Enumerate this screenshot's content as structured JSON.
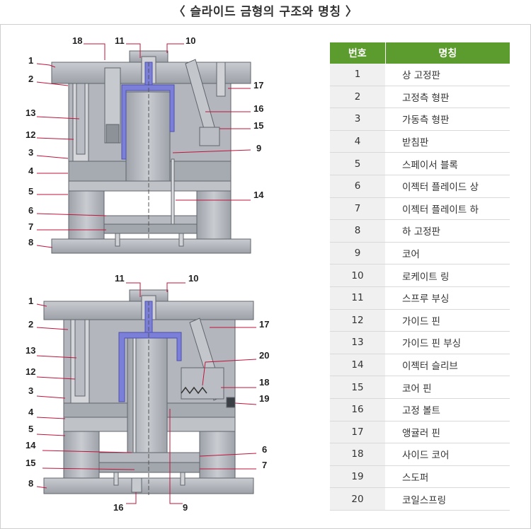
{
  "title": "〈 슬라이드 금형의 구조와 명칭 〉",
  "table": {
    "headers": [
      "번호",
      "명칭"
    ],
    "rows": [
      {
        "no": "1",
        "name": "상 고정판"
      },
      {
        "no": "2",
        "name": "고정측 형판"
      },
      {
        "no": "3",
        "name": "가동측 형판"
      },
      {
        "no": "4",
        "name": "받침판"
      },
      {
        "no": "5",
        "name": "스페이서 블록"
      },
      {
        "no": "6",
        "name": "이젝터 플레이드 상"
      },
      {
        "no": "7",
        "name": "이젝터 플레이트 하"
      },
      {
        "no": "8",
        "name": "하 고정판"
      },
      {
        "no": "9",
        "name": "코어"
      },
      {
        "no": "10",
        "name": "로케이트 링"
      },
      {
        "no": "11",
        "name": "스프루 부싱"
      },
      {
        "no": "12",
        "name": "가이드 핀"
      },
      {
        "no": "13",
        "name": "가이드 핀 부싱"
      },
      {
        "no": "14",
        "name": "이젝터 슬리브"
      },
      {
        "no": "15",
        "name": "코어 핀"
      },
      {
        "no": "16",
        "name": "고정 볼트"
      },
      {
        "no": "17",
        "name": "앵귤러 핀"
      },
      {
        "no": "18",
        "name": "사이드 코어"
      },
      {
        "no": "19",
        "name": "스도퍼"
      },
      {
        "no": "20",
        "name": "코일스프링"
      }
    ]
  },
  "top_diagram_labels": {
    "l1": "1",
    "l2": "2",
    "l13": "13",
    "l12": "12",
    "l3": "3",
    "l4": "4",
    "l5": "5",
    "l6": "6",
    "l7": "7",
    "l8": "8",
    "l18": "18",
    "l11": "11",
    "l10": "10",
    "l17": "17",
    "l16": "16",
    "l15": "15",
    "l9": "9",
    "l14": "14"
  },
  "bottom_diagram_labels": {
    "l11": "11",
    "l10": "10",
    "l1": "1",
    "l2": "2",
    "l13": "13",
    "l12": "12",
    "l3": "3",
    "l4": "4",
    "l5": "5",
    "l14": "14",
    "l15": "15",
    "l8": "8",
    "l17": "17",
    "l20": "20",
    "l18": "18",
    "l19": "19",
    "l6": "6",
    "l7": "7",
    "l16": "16",
    "l9": "9"
  },
  "colors": {
    "plate": "#a9adb4",
    "plate_light": "#c3c6cc",
    "outline": "#60656d",
    "cavity": "#7b7fd8",
    "leader": "#c0143c",
    "header_green": "#5c9c2e"
  }
}
